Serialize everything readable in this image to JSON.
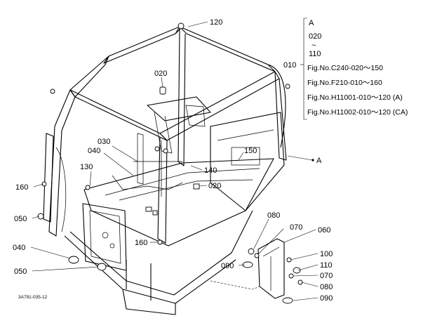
{
  "diagram_id": "3A791-035-12",
  "part_labels": {
    "p120": "120",
    "p020a": "020",
    "p030": "030",
    "p040a": "040",
    "p130": "130",
    "p140": "140",
    "p150": "150",
    "p020b": "020",
    "p160a": "160",
    "p050a": "050",
    "p040b": "040",
    "p050b": "050",
    "p160b": "160",
    "p080a": "080",
    "p070a": "070",
    "p060": "060",
    "p100": "100",
    "p110": "110",
    "p090a": "090",
    "p070b": "070",
    "p080b": "080",
    "p090b": "090"
  },
  "reference_block": {
    "group_label": "010",
    "bracket_top": "A",
    "range_start": "020",
    "range_sep": "~",
    "range_end": "110",
    "refs": [
      "Fig.No.C240-020～150",
      "Fig.No.F210-010～160",
      "Fig.No.H11001-010～120 (A)",
      "Fig.No.H11002-010～120 (CA)"
    ]
  },
  "marker_a": "A"
}
